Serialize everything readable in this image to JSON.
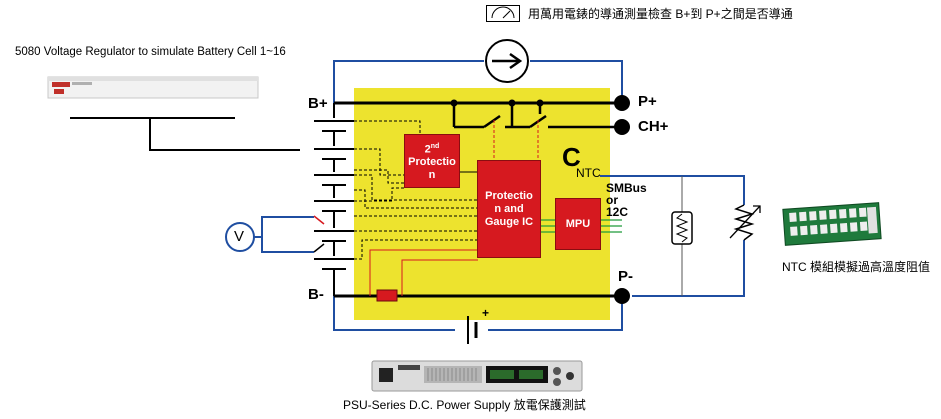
{
  "legend": {
    "icon": "meter-gauge-icon",
    "text": "用萬用電錶的導通測量檢查 B+到 P+之間是否導通"
  },
  "regulator_caption": "5080 Voltage Regulator to simulate Battery Cell 1~16",
  "psu_caption": "PSU-Series D.C. Power Supply 放電保護測試",
  "ntc_caption": "NTC 模組模擬過高溫度阻值",
  "terminals": {
    "b_plus": "B+",
    "b_minus": "B-",
    "p_plus": "P+",
    "ch_plus": "CH+",
    "p_minus": "P-"
  },
  "blocks": {
    "second_protection_line1": "2",
    "second_protection_sup": "nd",
    "second_protection_line2": "Protectio",
    "second_protection_line3": "n",
    "protection_ic_line1": "Protectio",
    "protection_ic_line2": "n and",
    "protection_ic_line3": "Gauge IC",
    "mpu": "MPU"
  },
  "labels": {
    "c_letter": "C",
    "ntc_sub": "NTC",
    "smbus_line1": "SMBus",
    "smbus_line2": "or",
    "smbus_line3": "12C",
    "voltmeter": "V",
    "psu_plus": "+"
  },
  "colors": {
    "board": "#ede32e",
    "block_red": "#d6191f",
    "wire_blue": "#1f4ea1",
    "signal_green": "#1e9a3a"
  }
}
